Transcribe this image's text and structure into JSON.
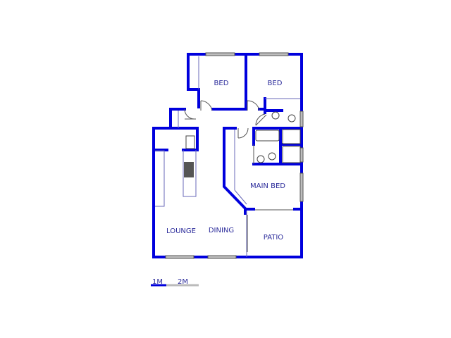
{
  "plan": {
    "rooms": {
      "bed1": "BED",
      "bed2": "BED",
      "main_bed": "MAIN BED",
      "lounge": "LOUNGE",
      "dining": "DINING",
      "patio": "PATIO"
    },
    "scale": {
      "mark1": "1M",
      "mark2": "2M"
    },
    "colors": {
      "wall": "#0000dd",
      "label": "#2a2a9a"
    }
  }
}
